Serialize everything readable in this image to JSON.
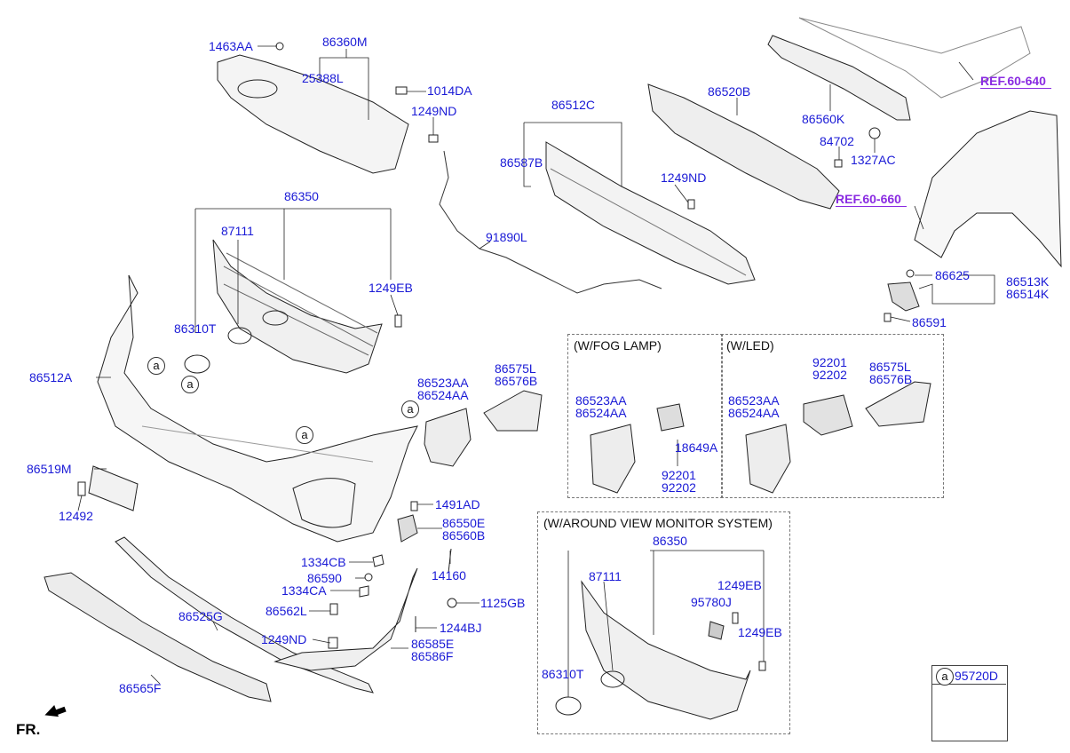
{
  "callouts": {
    "p1463AA": "1463AA",
    "p86360M": "86360M",
    "p25388L": "25388L",
    "p1014DA": "1014DA",
    "p1249ND_a": "1249ND",
    "p86512C": "86512C",
    "p86587B": "86587B",
    "p1249ND_b": "1249ND",
    "p86520B": "86520B",
    "p86560K": "86560K",
    "p84702": "84702",
    "p1327AC": "1327AC",
    "p86350": "86350",
    "p87111": "87111",
    "p91890L": "91890L",
    "p1249EB": "1249EB",
    "p86310T": "86310T",
    "p86512A": "86512A",
    "p86523AA": "86523AA",
    "p86524AA": "86524AA",
    "p86575L": "86575L",
    "p86576B": "86576B",
    "p86625": "86625",
    "p86513K": "86513K",
    "p86514K": "86514K",
    "p86591": "86591",
    "p86519M": "86519M",
    "p12492": "12492",
    "p1491AD": "1491AD",
    "p86550E": "86550E",
    "p86560B": "86560B",
    "p1334CB": "1334CB",
    "p86590": "86590",
    "p1334CA": "1334CA",
    "p14160": "14160",
    "p1125GB": "1125GB",
    "p86562L": "86562L",
    "p1244BJ": "1244BJ",
    "p86525G": "86525G",
    "p1249ND_c": "1249ND",
    "p86585E": "86585E",
    "p86586F": "86586F",
    "p86565F": "86565F",
    "fog_86523AA": "86523AA",
    "fog_86524AA": "86524AA",
    "fog_18649A": "18649A",
    "fog_92201": "92201",
    "fog_92202": "92202",
    "led_92201": "92201",
    "led_92202": "92202",
    "led_86575L": "86575L",
    "led_86576B": "86576B",
    "led_86523AA": "86523AA",
    "led_86524AA": "86524AA",
    "av_86350": "86350",
    "av_87111": "87111",
    "av_1249EB_a": "1249EB",
    "av_95780J": "95780J",
    "av_1249EB_b": "1249EB",
    "av_86310T": "86310T",
    "legend_part": "95720D"
  },
  "references": {
    "ref1": "REF.60-640",
    "ref2": "REF.60-660"
  },
  "groups": {
    "fog_lamp": "(W/FOG LAMP)",
    "led": "(W/LED)",
    "around_view": "(W/AROUND VIEW MONITOR SYSTEM)"
  },
  "markers": {
    "a": "a"
  },
  "direction": "FR.",
  "colors": {
    "callout": "#1a1ad6",
    "reference": "#8a2be2",
    "line": "#222222"
  }
}
